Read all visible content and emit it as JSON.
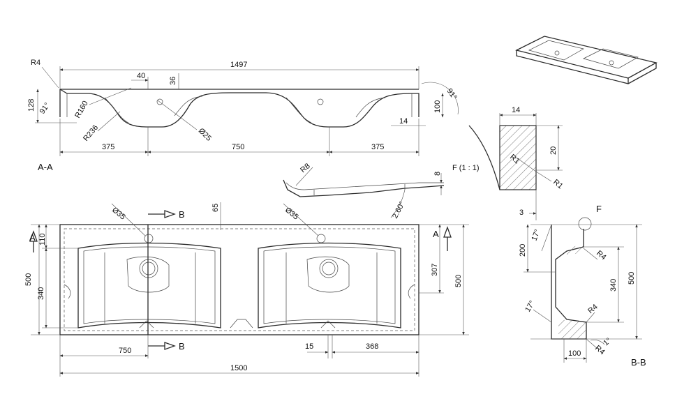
{
  "views": {
    "section_aa": {
      "title": "A-A",
      "dims": {
        "r4": "R4",
        "overall": "1497",
        "w40": "40",
        "w36": "36",
        "h128": "128",
        "ang91_left": "91°",
        "r160": "R160",
        "r236": "R236",
        "d25": "Ø25",
        "h100": "100",
        "ang91_right": "91°",
        "t14": "14",
        "left375": "375",
        "mid750": "750",
        "right375": "375"
      }
    },
    "drain_profile": {
      "r8": "R8",
      "t8": "8",
      "slope": "2.60°"
    },
    "detail_f": {
      "title": "F (1 : 1)",
      "w14": "14",
      "h20": "20",
      "r1a": "R1",
      "r1b": "R1",
      "w3": "3"
    },
    "plan": {
      "d35_left": "Ø35",
      "d35_right": "Ø35",
      "marker_b_top": "B",
      "marker_b_bottom": "B",
      "marker_a_left": "A",
      "marker_a_right": "A",
      "dims": {
        "h65": "65",
        "h110": "110",
        "h500_left": "500",
        "h340_left": "340",
        "h307": "307",
        "h500_right": "500",
        "w750": "750",
        "w15": "15",
        "w368": "368",
        "overall": "1500"
      }
    },
    "section_bb": {
      "title": "B-B",
      "marker_f": "F",
      "dims": {
        "ang17_top": "17°",
        "h200": "200",
        "r4_top": "R4",
        "h340": "340",
        "h500": "500",
        "ang17_bottom": "17°",
        "r4_mid": "R4",
        "r4_bottom": "R4",
        "ang1": "1°",
        "w100": "100"
      }
    }
  }
}
